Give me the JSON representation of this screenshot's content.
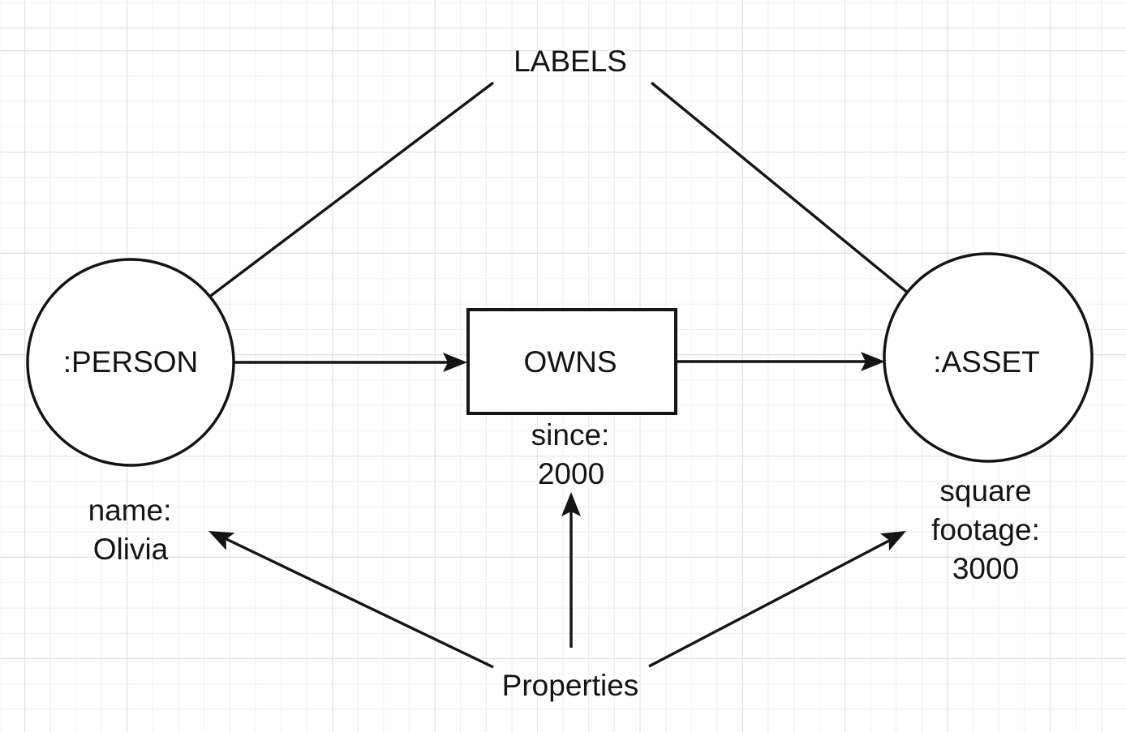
{
  "annotations": {
    "labels": "LABELS",
    "properties": "Properties"
  },
  "nodes": {
    "person": {
      "label": ":PERSON"
    },
    "asset": {
      "label": ":ASSET"
    }
  },
  "relationship": {
    "label": "OWNS"
  },
  "node_properties": {
    "person": {
      "lines": [
        "name:",
        "Olivia"
      ]
    },
    "relationship": {
      "lines": [
        "since:",
        "2000"
      ]
    },
    "asset": {
      "lines": [
        "square",
        "footage:",
        "3000"
      ]
    }
  },
  "colors": {
    "ink": "#141414",
    "background": "#ffffff",
    "node_fill": "#ffffff",
    "grid_minor": "#efefef",
    "grid_major": "#e1e1e1"
  }
}
